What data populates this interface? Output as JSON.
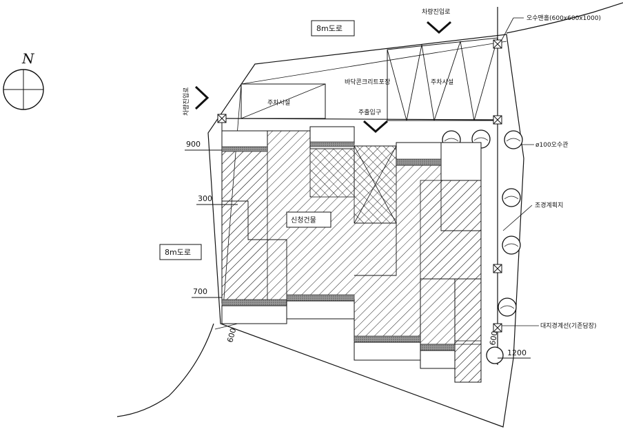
{
  "north_label": "N",
  "labels": {
    "road_top": "8m도로",
    "road_left": "8m도로",
    "vehicle_entry_top": "차량진입로",
    "vehicle_entry_left": "차량진입로",
    "parking_left": "주차시설",
    "parking_right": "주차시설",
    "concrete_paving": "바닥콘크리트포장",
    "main_entrance": "주출입구",
    "new_building": "신청건물",
    "manhole": "오수맨홀(600x600x1000)",
    "sewer_pipe": "ø100오수관",
    "landscape": "조경계획지",
    "boundary": "대지경계선(기존담장)"
  },
  "dimensions": {
    "d900": "900",
    "d300": "300",
    "d700": "700",
    "d1200": "1200",
    "d600_left": "600",
    "d600_right": "600"
  },
  "colors": {
    "line": "#111111",
    "band": "#8a8a8a",
    "hatch": "#222222"
  }
}
